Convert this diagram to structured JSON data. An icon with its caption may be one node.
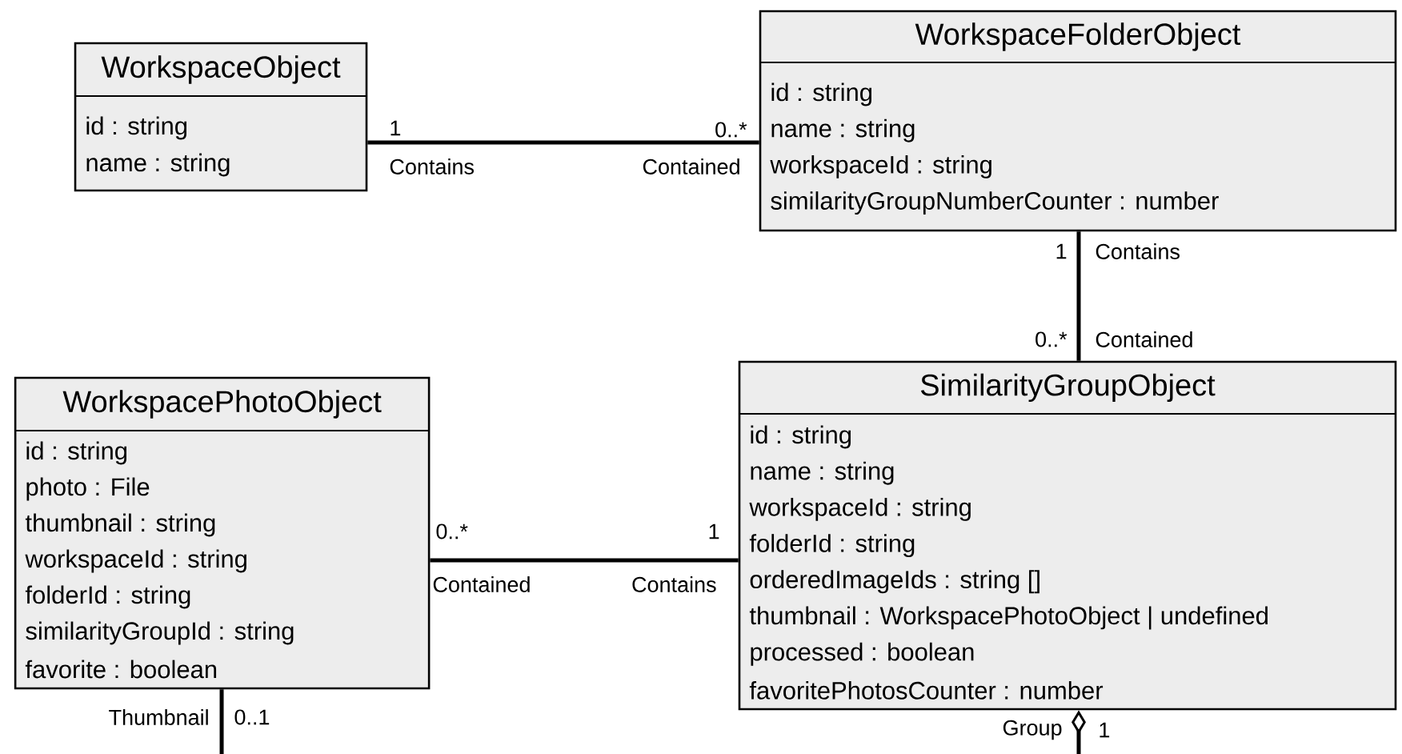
{
  "diagram": {
    "nodes": [
      {
        "text": [
          "WorkspaceObject",
          "id : string",
          "name : string"
        ]
      },
      {
        "text": [
          "WorkspaceFolderObject",
          "id : string",
          "name : string",
          "workspaceId : string",
          "similarityGroupNumberCounter : number"
        ]
      },
      {
        "text": [
          "WorkspacePhotoObject",
          "id : string",
          "photo : File",
          "thumbnail : string",
          "workspaceId : string",
          "folderId : string",
          "similarityGroupId : string",
          "favorite : boolean"
        ]
      },
      {
        "text": [
          "SimilarityGroupObject",
          "id : string",
          "name : string",
          "workspaceId : string",
          "folderId : string",
          "orderedImageIds : string []",
          "thumbnail : WorkspacePhotoObject | undefined",
          "processed : boolean",
          "favoritePhotosCounter : number"
        ]
      }
    ],
    "edges": [
      {
        "from": 0,
        "to": 1,
        "arrow": "none"
      },
      {
        "from": 1,
        "to": 3,
        "arrow": "none"
      },
      {
        "from": 3,
        "to": 2,
        "arrow": "none"
      },
      {
        "from": 2,
        "to": null,
        "arrow": "none"
      },
      {
        "from": 3,
        "to": null,
        "arrow": "other"
      }
    ],
    "labels": [
      "1",
      "0..*",
      "Contains",
      "Contained",
      "1",
      "Contains",
      "0..*",
      "Contained",
      "0..*",
      "1",
      "Contained",
      "Contains",
      "Thumbnail",
      "0..1",
      "Group",
      "1"
    ]
  }
}
